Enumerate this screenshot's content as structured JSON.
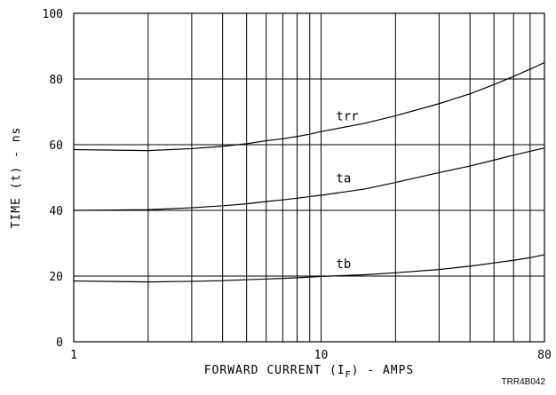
{
  "chart_data": {
    "type": "line",
    "title": "",
    "xlabel": "FORWARD CURRENT (I",
    "xlabel_sub": "F",
    "xlabel_suffix": ") - AMPS",
    "ylabel": "TIME (t) - ns",
    "x_scale": "log",
    "xlim": [
      1,
      80
    ],
    "ylim": [
      0,
      100
    ],
    "x_tick_labels": [
      {
        "value": 1,
        "label": "1"
      },
      {
        "value": 10,
        "label": "10"
      },
      {
        "value": 80,
        "label": "80"
      }
    ],
    "x_grid_values": [
      1,
      2,
      3,
      4,
      5,
      6,
      7,
      8,
      9,
      10,
      20,
      30,
      40,
      50,
      60,
      70,
      80
    ],
    "y_ticks": [
      0,
      20,
      40,
      60,
      80,
      100
    ],
    "y_tick_labels": [
      "0",
      "20",
      "40",
      "60",
      "80",
      "100"
    ],
    "grid": true,
    "series": [
      {
        "name": "trr",
        "label_at": {
          "x": 11.5,
          "y": 67.5
        },
        "x": [
          1,
          2,
          3,
          4,
          5,
          6,
          7,
          8,
          9,
          10,
          15,
          20,
          30,
          40,
          50,
          60,
          70,
          80
        ],
        "y": [
          58.5,
          58.2,
          58.8,
          59.5,
          60.3,
          61.2,
          61.8,
          62.5,
          63.2,
          64,
          66.5,
          68.8,
          72.5,
          75.5,
          78.3,
          80.8,
          83,
          85
        ]
      },
      {
        "name": "ta",
        "label_at": {
          "x": 11.5,
          "y": 48.5
        },
        "x": [
          1,
          2,
          3,
          4,
          5,
          6,
          7,
          8,
          9,
          10,
          15,
          20,
          30,
          40,
          50,
          60,
          70,
          80
        ],
        "y": [
          40,
          40.2,
          40.8,
          41.4,
          42,
          42.7,
          43.2,
          43.7,
          44.2,
          44.6,
          46.5,
          48.5,
          51.5,
          53.5,
          55.3,
          56.8,
          58,
          59
        ]
      },
      {
        "name": "tb",
        "label_at": {
          "x": 11.5,
          "y": 22.5
        },
        "x": [
          1,
          2,
          3,
          4,
          5,
          6,
          7,
          8,
          9,
          10,
          15,
          20,
          30,
          40,
          50,
          60,
          70,
          80
        ],
        "y": [
          18.5,
          18.2,
          18.4,
          18.6,
          18.9,
          19.1,
          19.3,
          19.5,
          19.7,
          19.9,
          20.4,
          21,
          22,
          23,
          24,
          24.8,
          25.6,
          26.5
        ]
      }
    ]
  },
  "figure_code": "TRR4B042"
}
